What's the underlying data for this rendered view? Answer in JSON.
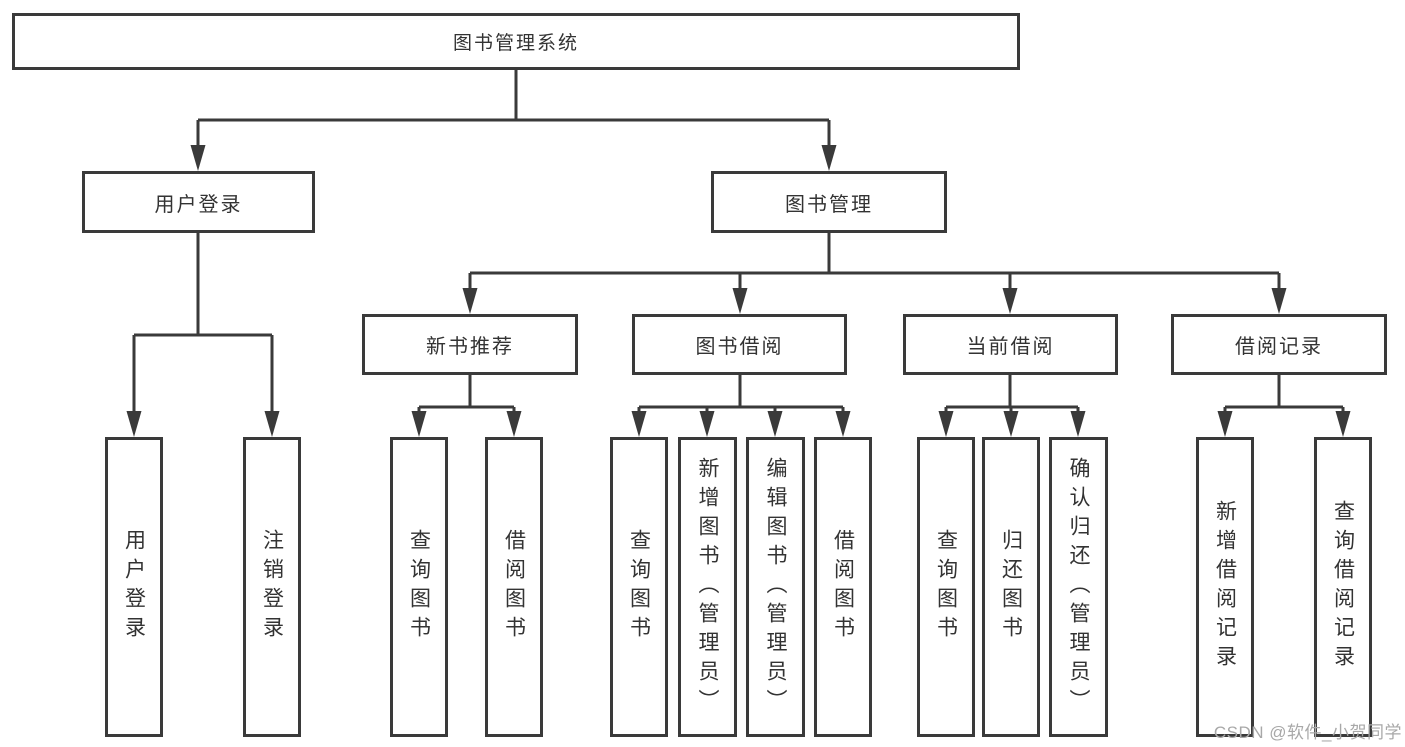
{
  "diagram": {
    "root": {
      "label": "图书管理系统"
    },
    "branches": [
      {
        "label": "用户登录",
        "leaves": [
          {
            "label": "用户登录"
          },
          {
            "label": "注销登录"
          }
        ]
      },
      {
        "label": "图书管理",
        "groups": [
          {
            "label": "新书推荐",
            "leaves": [
              {
                "label": "查询图书"
              },
              {
                "label": "借阅图书"
              }
            ]
          },
          {
            "label": "图书借阅",
            "leaves": [
              {
                "label": "查询图书"
              },
              {
                "label": "新增图书（管理员）"
              },
              {
                "label": "编辑图书（管理员）"
              },
              {
                "label": "借阅图书"
              }
            ]
          },
          {
            "label": "当前借阅",
            "leaves": [
              {
                "label": "查询图书"
              },
              {
                "label": "归还图书"
              },
              {
                "label": "确认归还（管理员）"
              }
            ]
          },
          {
            "label": "借阅记录",
            "leaves": [
              {
                "label": "新增借阅记录"
              },
              {
                "label": "查询借阅记录"
              }
            ]
          }
        ]
      }
    ]
  },
  "watermark": {
    "text": "CSDN @软件_小贺同学"
  },
  "colors": {
    "line": "#3a3a3a",
    "text": "#333333",
    "box_background": "#ffffff",
    "watermark": "#a8a8a8",
    "page_background": "#ffffff"
  }
}
